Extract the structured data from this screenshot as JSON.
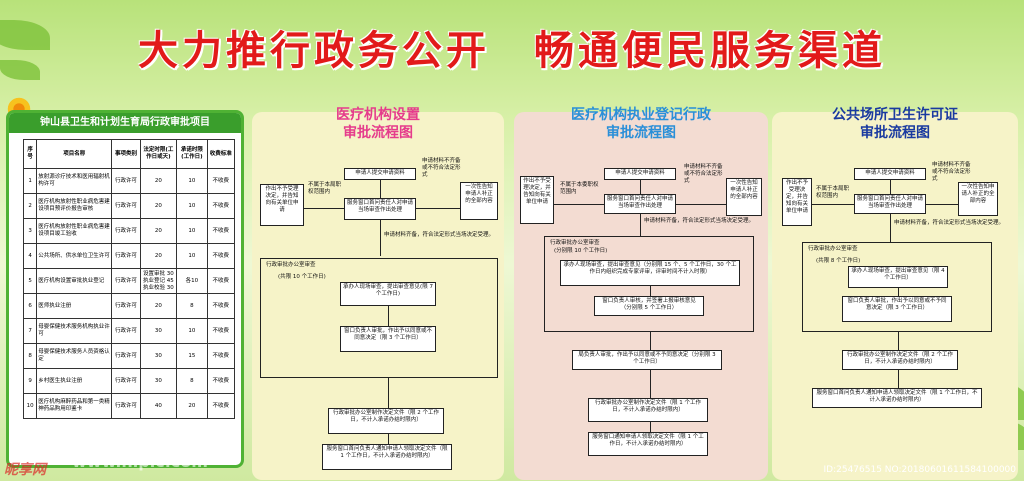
{
  "title": "大力推行政务公开　畅通便民服务渠道",
  "left_panel": {
    "heading": "钟山县卫生和计划生育局行政审批项目",
    "headers": [
      "序号",
      "项目名称",
      "事项类别",
      "法定时限(工作日或天)",
      "承诺时限(工作日)",
      "收费标准"
    ],
    "rows": [
      [
        "1",
        "放射源诊疗技术和医用辐射机构许可",
        "行政许可",
        "20",
        "10",
        "不收费"
      ],
      [
        "2",
        "医疗机构放射性职业病危害建设项目预评价报告审核",
        "行政许可",
        "20",
        "10",
        "不收费"
      ],
      [
        "3",
        "医疗机构放射性职业病危害建设项目竣工验收",
        "行政许可",
        "20",
        "10",
        "不收费"
      ],
      [
        "4",
        "公共场所、供水单位卫生许可",
        "行政许可",
        "20",
        "10",
        "不收费"
      ],
      [
        "5",
        "医疗机构设置审批执业登记",
        "行政许可",
        "设置审批 30 执业登记 45 执业校验 30",
        "各10",
        "不收费"
      ],
      [
        "6",
        "医师执业注册",
        "行政许可",
        "20",
        "8",
        "不收费"
      ],
      [
        "7",
        "母婴保健技术服务机构执业许可",
        "行政许可",
        "30",
        "10",
        "不收费"
      ],
      [
        "8",
        "母婴保健技术服务人员资格认定",
        "行政许可",
        "30",
        "15",
        "不收费"
      ],
      [
        "9",
        "乡村医生执业注册",
        "行政许可",
        "30",
        "8",
        "不收费"
      ],
      [
        "10",
        "医疗机构麻醉药品和第一类精神药品购用印鉴卡",
        "行政许可",
        "40",
        "20",
        "不收费"
      ]
    ]
  },
  "flow1": {
    "title_l1": "医疗机构设置",
    "title_l2": "审批流程图",
    "b_submit": "申请人提交申请资料",
    "b_window": "服务窗口首问责任人对申请当场审查作出处理",
    "b_reject": "作出不予受理决定，并告知向有关单位申请",
    "b_notice": "一次性告知申请人补正的全部内容",
    "l_notscope": "不属于本局职权范围内",
    "l_incomplete": "申请材料不齐备或不符合法定形式",
    "l_accept": "申请材料齐备，符合法定形式当场决定受理。",
    "office_label": "行政审批办公室审查",
    "office_days": "(共限 10 个工作日)",
    "b_site": "承办人现场审查，提出审查意见(限 7 个工作日)",
    "b_leader": "窗口负责人审批，作出予以同意或不同意决定（限 3 个工作日）",
    "b_doc": "行政审批办公室制作决定文件（限 2 个工作日，不计入承诺办结时限内）",
    "b_final": "服务窗口首问负责人通知申请人领取决定文件（限 1 个工作日，不计入承诺办结时限内）"
  },
  "flow2": {
    "title_l1": "医疗机构执业登记行政",
    "title_l2": "审批流程图",
    "b_submit": "申请人提交申请资料",
    "b_window": "服务窗口首问责任人对申请当场审查作出处理",
    "b_reject": "作出不予受理决定，并告知向有关单位申请",
    "b_notice": "一次性告知申请人补正的全部内容",
    "l_notscope": "不属于本委职权范围内",
    "l_incomplete": "申请材料不齐备或不符合法定形式",
    "l_accept": "申请材料齐备，符合法定形式当场决定受理。",
    "office_label": "行政审批办公室审查",
    "office_days": "(分别限 10 个工作日)",
    "b_site": "承办人现场审查，提出审查意见（分别限 15 个、5 个工作日，30 个工作日内组织完成专家评审，评审时间不计入时限）",
    "b_leader": "窗口负责人审核，并签署上报审核意见（分别限 5 个工作日）",
    "b_bureau": "局负责人审批，作出予以同意或不予同意决定（分别限 3 个工作日）",
    "b_doc": "行政审批办公室制作决定文件（限 1 个工作日，不计入承诺办结时限内）",
    "b_final": "服务窗口通知申请人领取决定文件（限 1 个工作日，不计入承诺办结时限内）"
  },
  "flow3": {
    "title_l1": "公共场所卫生许可证",
    "title_l2": "审批流程图",
    "b_submit": "申请人提交申请资料",
    "b_window": "服务窗口首问责任人对申请当场审查作出处理",
    "b_reject": "作出不予受理决定，并告知向有关单位申请",
    "b_notice": "一次性告知申请人补正的全部内容",
    "l_notscope": "不属于本局职权范围内",
    "l_incomplete": "申请材料不齐备或不符合法定形式",
    "l_accept": "申请材料齐备，符合法定形式当场决定受理。",
    "office_label": "行政审批办公室审查",
    "office_days": "(共限 8 个工作日)",
    "b_site": "承办人现场审查，提出审查意见（限 4 个工作日）",
    "b_leader": "窗口负责人审批，作出予以同意或不予同意决定（限 3 个工作日）",
    "b_doc": "行政审批办公室制作决定文件（限 2 个工作日，不计入承诺办结时限内）",
    "b_final": "服务窗口首问负责人通知申请人领取决定文件（限 1 个工作日，不计入承诺办结时限内）"
  },
  "watermark": {
    "brand": "昵享网",
    "url": "www.nipic.com",
    "id": "ID:25476515 NO:20180601611584100000"
  }
}
